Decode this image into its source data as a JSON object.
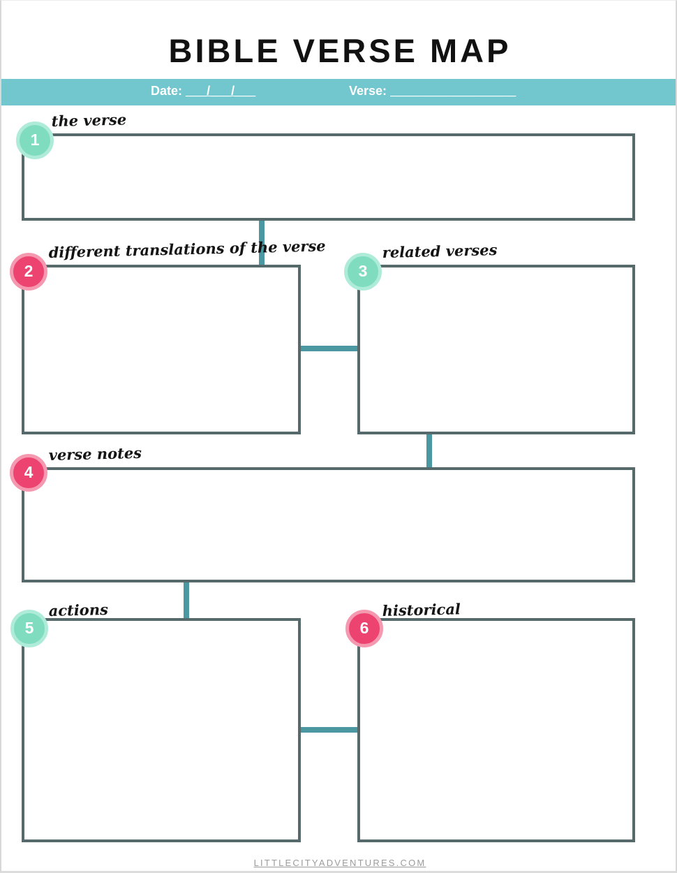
{
  "document": {
    "title": "BIBLE VERSE MAP"
  },
  "header": {
    "date_label": "Date:",
    "date_value": "___/___/___",
    "verse_label": "Verse:",
    "verse_value": "__________________",
    "bar_color": "#72C6CE"
  },
  "sections": [
    {
      "number": "1",
      "label": "the verse",
      "badge_color": "mint"
    },
    {
      "number": "2",
      "label": "different translations of the verse",
      "badge_color": "pink"
    },
    {
      "number": "3",
      "label": "related verses",
      "badge_color": "mint"
    },
    {
      "number": "4",
      "label": "verse notes",
      "badge_color": "pink"
    },
    {
      "number": "5",
      "label": "actions",
      "badge_color": "mint"
    },
    {
      "number": "6",
      "label": "historical",
      "badge_color": "pink"
    }
  ],
  "footer": {
    "site": "LITTLECITYADVENTURES.COM"
  },
  "colors": {
    "box_border": "#576A6B",
    "connector": "#4B98A2",
    "badge_mint_fill": "#7FDCBF",
    "badge_mint_ring": "#AEEBD8",
    "badge_pink_fill": "#EC4370",
    "badge_pink_ring": "#F599B1",
    "title_text": "#111111",
    "footer_text": "#9b9b9b"
  }
}
